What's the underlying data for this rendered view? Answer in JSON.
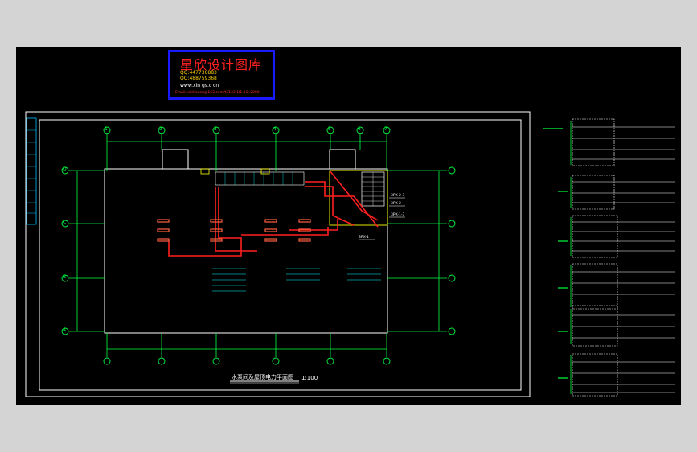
{
  "logo": {
    "title": "星欣设计图库",
    "qq1": "QQ:447736883",
    "qq2": "QQ:488759368",
    "url": "www.xin gs.c cn",
    "email": "Email: xinhousu@163.com/t3133 1I1.3I2.2000"
  },
  "plan": {
    "title": "水泵间及屋顶电力平面图",
    "scale": "1:100",
    "axis_numbers": [
      "1",
      "2",
      "3",
      "4",
      "5",
      "6",
      "7"
    ],
    "axis_letters": [
      "D",
      "C",
      "B",
      "A"
    ],
    "panel_labels": [
      "3PX-2-3",
      "3PX-2",
      "3PX-1-3",
      "3PX-1"
    ]
  },
  "colors": {
    "background": "#000000",
    "frame": "#ffffff",
    "axis": "#00ff40",
    "power": "#ff2020",
    "text_cyan": "#00ffff",
    "equipment": "#ffff00"
  }
}
